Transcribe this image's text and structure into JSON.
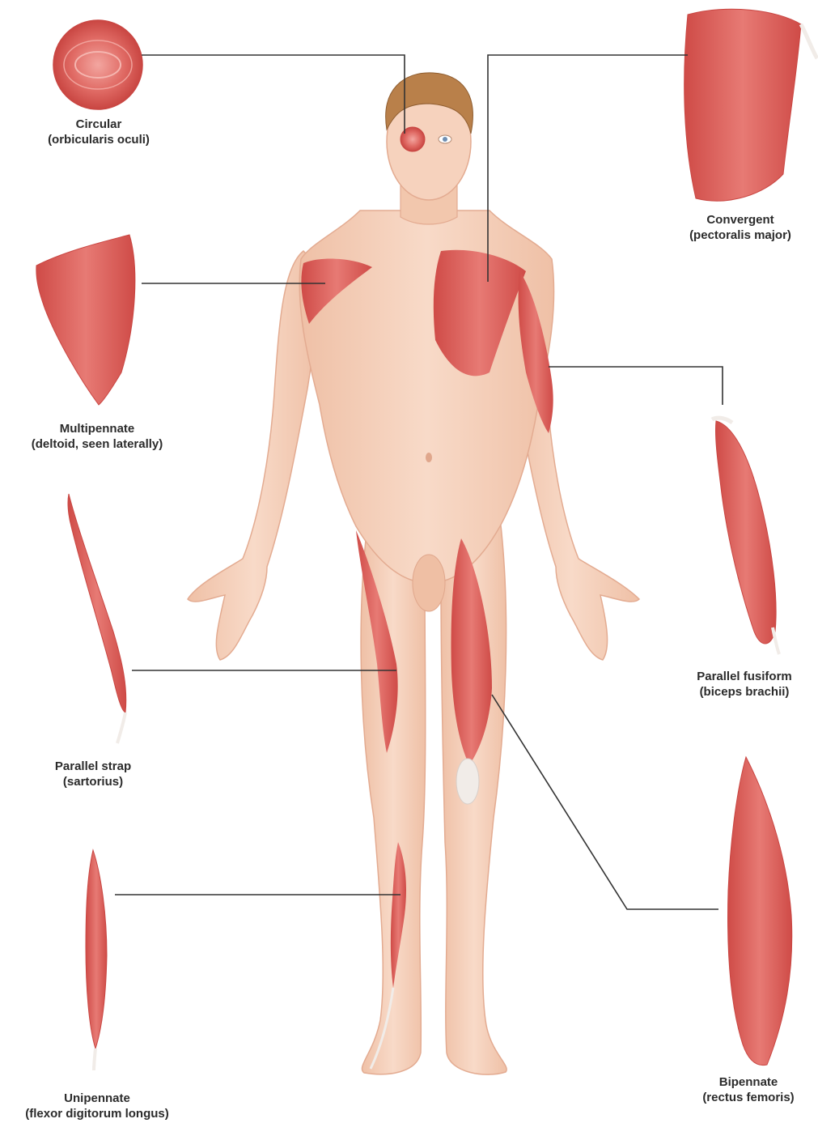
{
  "colors": {
    "skin": "#f6d2bd",
    "skin_shadow": "#e8b39a",
    "muscle": "#d95a55",
    "muscle_light": "#ea8c86",
    "tendon": "#f1ece8",
    "hair": "#b9804a",
    "leader_line": "#333333",
    "label_text": "#2b2b2b"
  },
  "labels": {
    "circular": {
      "name": "Circular",
      "example": "(orbicularis oculi)"
    },
    "convergent": {
      "name": "Convergent",
      "example": "(pectoralis major)"
    },
    "multipennate": {
      "name": "Multipennate",
      "example": "(deltoid, seen laterally)"
    },
    "fusiform": {
      "name": "Parallel fusiform",
      "example": "(biceps brachii)"
    },
    "strap": {
      "name": "Parallel strap",
      "example": "(sartorius)"
    },
    "unipennate": {
      "name": "Unipennate",
      "example": "(flexor digitorum longus)"
    },
    "bipennate": {
      "name": "Bipennate",
      "example": "(rectus femoris)"
    }
  }
}
